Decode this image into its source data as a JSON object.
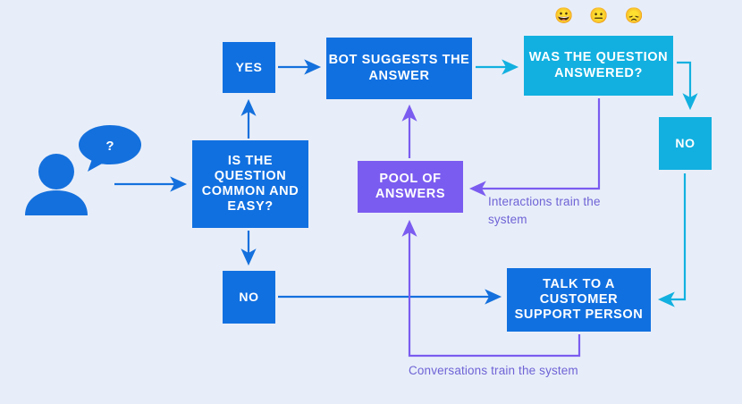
{
  "diagram": {
    "title": "Chatbot customer support decision flow",
    "background_color": "#e8eef9",
    "colors": {
      "blue": "#1170e0",
      "cyan": "#12b0e0",
      "purple": "#7b5cf0",
      "caption_purple": "#6f63d6",
      "node_text": "#ffffff"
    }
  },
  "actor": {
    "avatar_name": "user-avatar",
    "bubble_text": "?"
  },
  "nodes": {
    "decision": "IS THE QUESTION COMMON AND EASY?",
    "yes": "YES",
    "bot": "BOT SUGGESTS THE ANSWER",
    "answered": "WAS THE QUESTION ANSWERED?",
    "no_right": "NO",
    "no_bottom": "NO",
    "pool": "POOL OF ANSWERS",
    "talk": "TALK TO A CUSTOMER SUPPORT PERSON"
  },
  "feedback": {
    "interactions": "Interactions train the system",
    "conversations": "Conversations train the system"
  },
  "emoji": [
    {
      "name": "grinning-face-emoji",
      "glyph": "😀"
    },
    {
      "name": "neutral-face-emoji",
      "glyph": "😐"
    },
    {
      "name": "disappointed-face-emoji",
      "glyph": "😞"
    }
  ]
}
